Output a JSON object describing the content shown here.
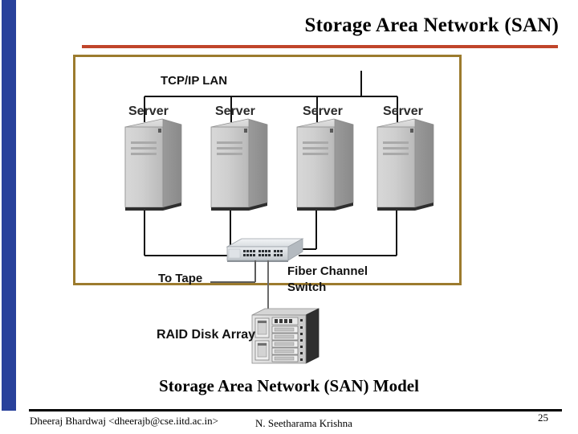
{
  "slide": {
    "title": "Storage Area Network (SAN)",
    "caption": "Storage Area Network (SAN) Model",
    "accent_rule_color": "#C0452A",
    "frame_border_color": "#9C7B2E",
    "sidebar_color": "#28419B"
  },
  "diagram": {
    "lan_label": "TCP/IP LAN",
    "servers": [
      {
        "label": "Server"
      },
      {
        "label": "Server"
      },
      {
        "label": "Server"
      },
      {
        "label": "Server"
      }
    ],
    "tape_label": "To Tape",
    "switch_label": "Fiber Channel\nSwitch",
    "switch_label_line1": "Fiber Channel",
    "switch_label_line2": "Switch",
    "raid_label": "RAID Disk Array"
  },
  "footer": {
    "author": "Dheeraj Bhardwaj <dheerajb@cse.iitd.ac.in>",
    "author2": "N. Seetharama Krishna",
    "page_number": "25"
  }
}
